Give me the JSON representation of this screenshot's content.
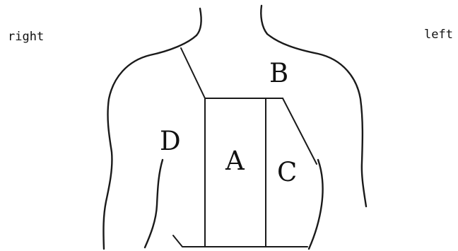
{
  "labels": {
    "right": "right",
    "left": "left"
  },
  "regions": {
    "a": "A",
    "b": "B",
    "c": "C",
    "d": "D"
  }
}
